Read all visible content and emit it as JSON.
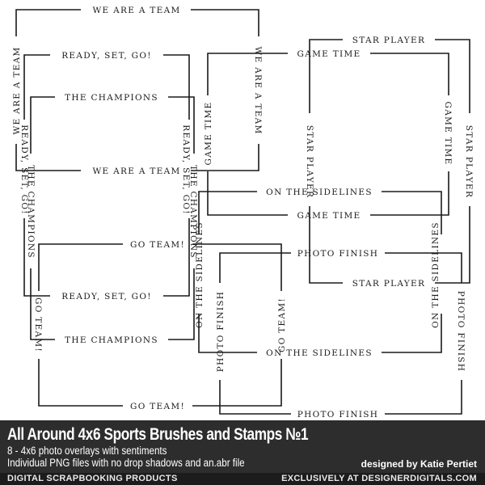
{
  "sentiments": {
    "we_are_a_team": "WE ARE A TEAM",
    "ready_set_go": "READY, SET, GO!",
    "the_champions": "THE CHAMPIONS",
    "game_time": "GAME TIME",
    "star_player": "STAR PLAYER",
    "on_the_sidelines": "ON THE SIDELINES",
    "go_team": "GO TEAM!",
    "photo_finish": "PHOTO FINISH"
  },
  "banner": {
    "title": "All Around 4x6 Sports Brushes and Stamps №1",
    "line1": "8 - 4x6 photo overlays with sentiments",
    "line2": "Individual PNG files with no drop shadows and an.abr file",
    "designer": "designed by Katie Pertiet"
  },
  "footer": {
    "left": "DIGITAL SCRAPBOOKING PRODUCTS",
    "right": "EXCLUSIVELY AT DESIGNERDIGITALS.COM"
  },
  "colors": {
    "ink": "#1a1a1a",
    "banner_bg": "#2d2d2d",
    "footer_bg": "#1c1c1c"
  }
}
